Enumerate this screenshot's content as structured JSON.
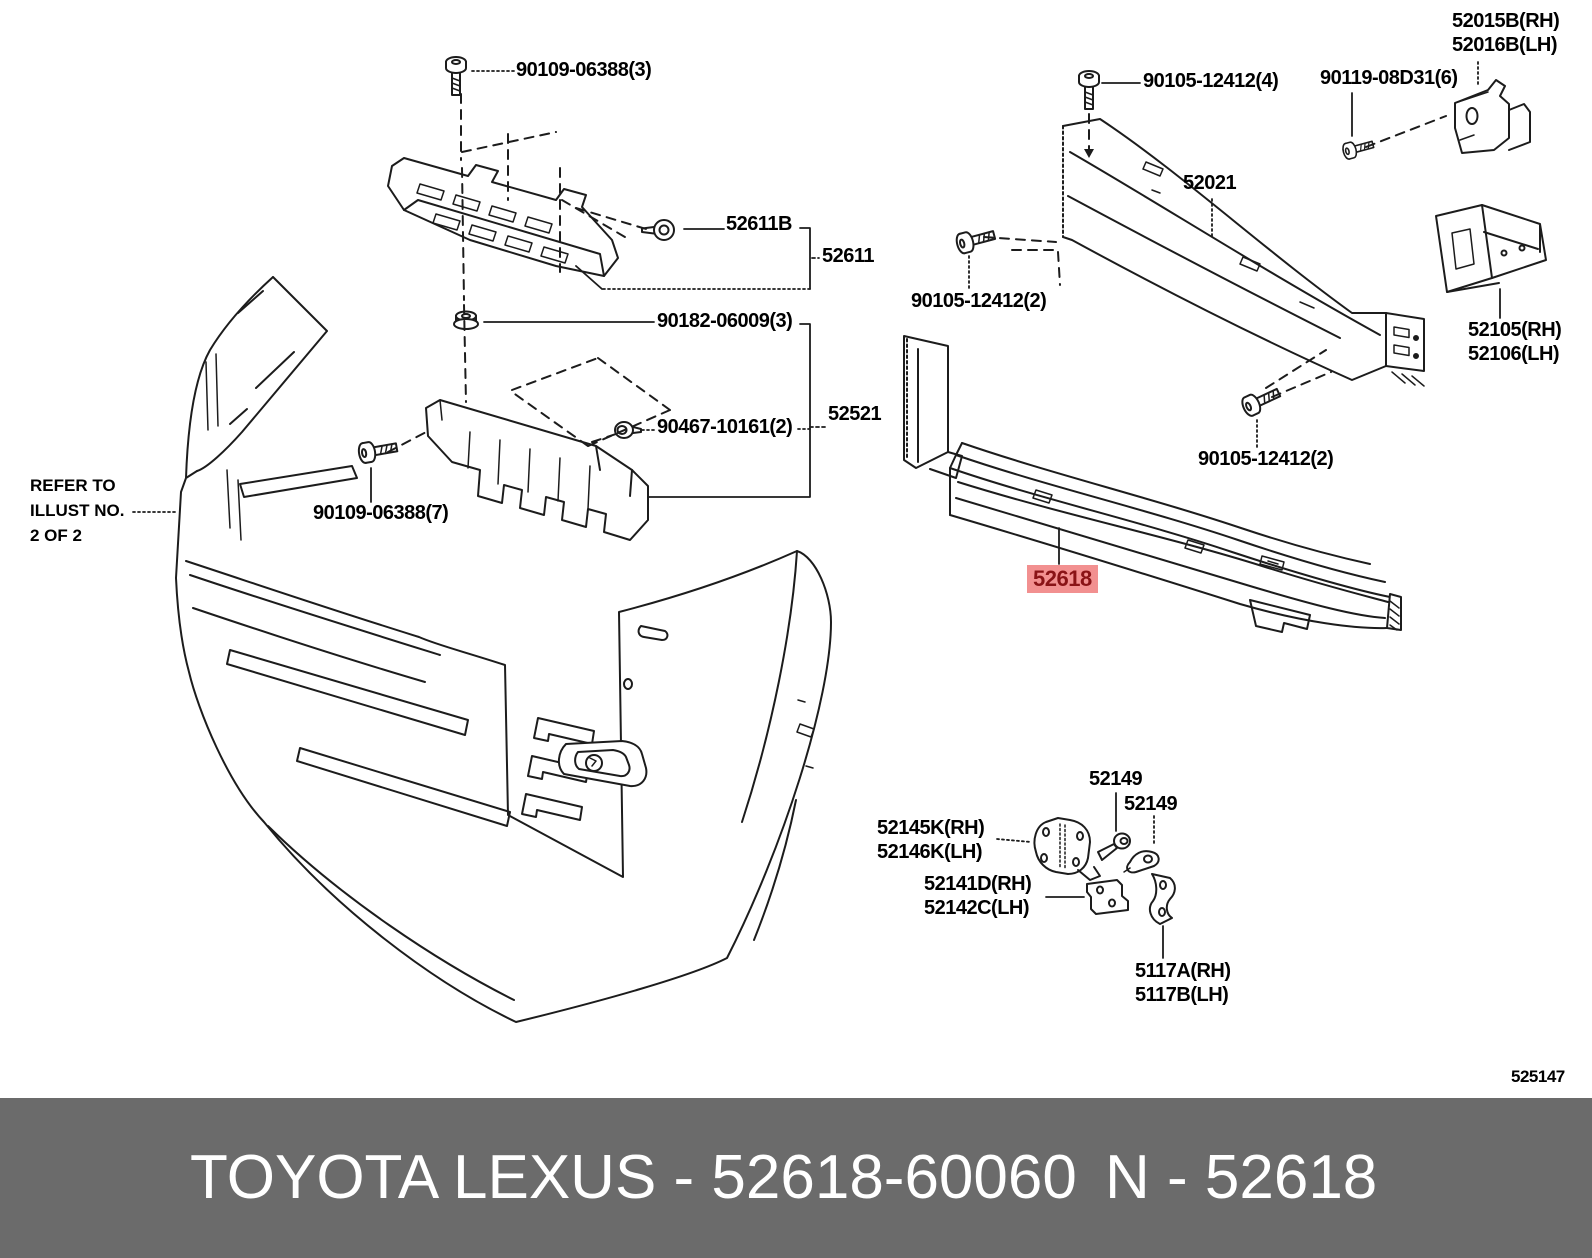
{
  "doc": {
    "type": "parts-diagram",
    "diagram_code": "525147",
    "line_color": "#1c1c1c",
    "highlight_bg": "#f29090",
    "highlight_fg": "#8a1316",
    "footer_bg": "#6b6b6b",
    "footer_fg": "#ffffff"
  },
  "note": {
    "line1": "REFER TO",
    "line2": "ILLUST NO.",
    "line3": "2 OF 2"
  },
  "labels": {
    "bolt_90109_3": "90109-06388(3)",
    "clip_52611b": "52611B",
    "part_52611": "52611",
    "nut_90182": "90182-06009(3)",
    "nut_90467": "90467-10161(2)",
    "part_52521": "52521",
    "bolt_90109_7": "90109-06388(7)",
    "bolt_90105_4": "90105-12412(4)",
    "bolt_90119": "90119-08D31(6)",
    "part_52015b": "52015B(RH)",
    "part_52016b": "52016B(LH)",
    "part_52021": "52021",
    "bolt_90105_2_left": "90105-12412(2)",
    "bolt_90105_2_right": "90105-12412(2)",
    "part_52105": "52105(RH)",
    "part_52106": "52106(LH)",
    "part_52618": "52618",
    "clip_52149_a": "52149",
    "clip_52149_b": "52149",
    "part_52145k": "52145K(RH)",
    "part_52146k": "52146K(LH)",
    "part_52141d": "52141D(RH)",
    "part_52142c": "52142C(LH)",
    "part_5117a": "5117A(RH)",
    "part_5117b": "5117B(LH)"
  },
  "footer": {
    "brand_text": "TOYOTA LEXUS - 52618-60060",
    "part_ref": "N - 52618"
  }
}
